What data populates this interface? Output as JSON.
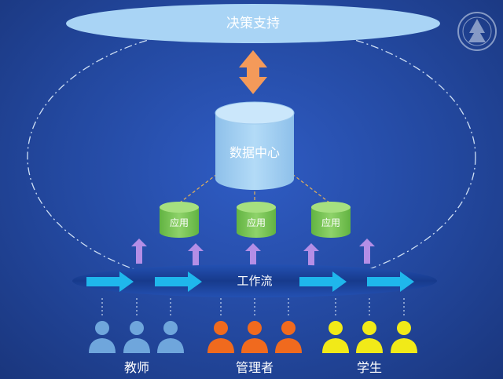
{
  "top_banner": {
    "label": "决策支持"
  },
  "data_center": {
    "label": "数据中心"
  },
  "apps": [
    {
      "label": "应用"
    },
    {
      "label": "应用"
    },
    {
      "label": "应用"
    }
  ],
  "workflow": {
    "label": "工作流"
  },
  "groups": [
    {
      "label": "教师",
      "color": "#6fa6dc"
    },
    {
      "label": "管理者",
      "color": "#f06a1e"
    },
    {
      "label": "学生",
      "color": "#f1ea18"
    }
  ],
  "colors": {
    "banner": "#a9d4f5",
    "cylinder": "#a7d2f2",
    "app_cylinder": "#7cc757",
    "orange_arrow": "#f49a5a",
    "purple_arrow": "#b48ee6",
    "cyan_arrow": "#1fb7ec",
    "workflow_band": "#1c3a8c"
  }
}
